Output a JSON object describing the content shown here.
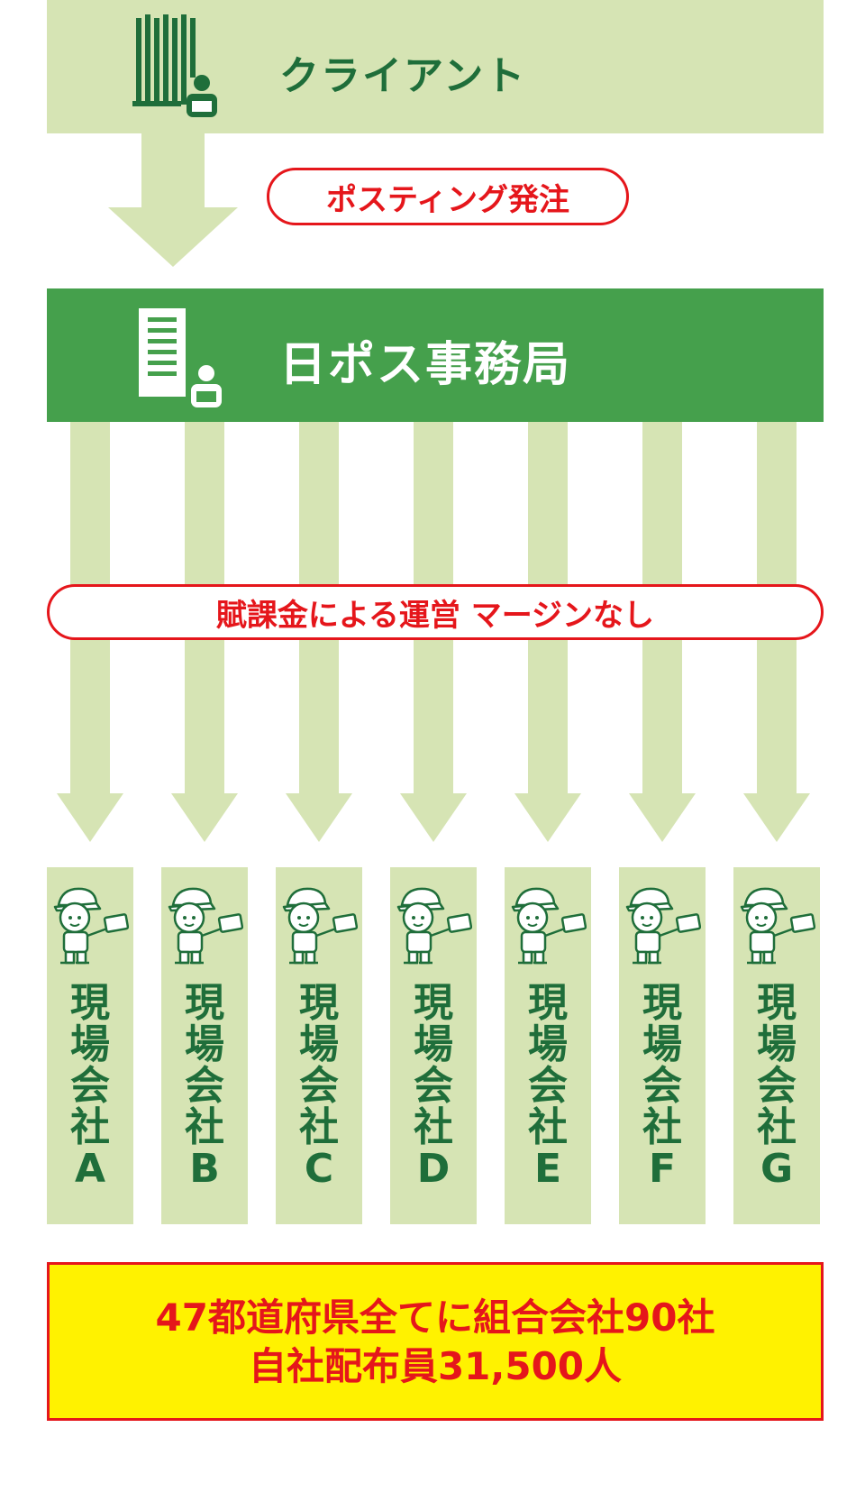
{
  "client": {
    "label": "クライアント"
  },
  "order_label": "ポスティング発注",
  "office": {
    "label": "日ポス事務局"
  },
  "fee_label": "賦課金による運営 マージンなし",
  "companies": [
    {
      "chars": [
        "現",
        "場",
        "会",
        "社",
        "A"
      ]
    },
    {
      "chars": [
        "現",
        "場",
        "会",
        "社",
        "B"
      ]
    },
    {
      "chars": [
        "現",
        "場",
        "会",
        "社",
        "C"
      ]
    },
    {
      "chars": [
        "現",
        "場",
        "会",
        "社",
        "D"
      ]
    },
    {
      "chars": [
        "現",
        "場",
        "会",
        "社",
        "E"
      ]
    },
    {
      "chars": [
        "現",
        "場",
        "会",
        "社",
        "F"
      ]
    },
    {
      "chars": [
        "現",
        "場",
        "会",
        "社",
        "G"
      ]
    }
  ],
  "summary": {
    "line1": "47都道府県全てに組合会社90社",
    "line2": "自社配布員31,500人"
  },
  "colors": {
    "light_green": "#d6e4b4",
    "green": "#45a04c",
    "dark_green": "#1f6e3a",
    "red": "#e5161b",
    "yellow": "#fff200"
  }
}
